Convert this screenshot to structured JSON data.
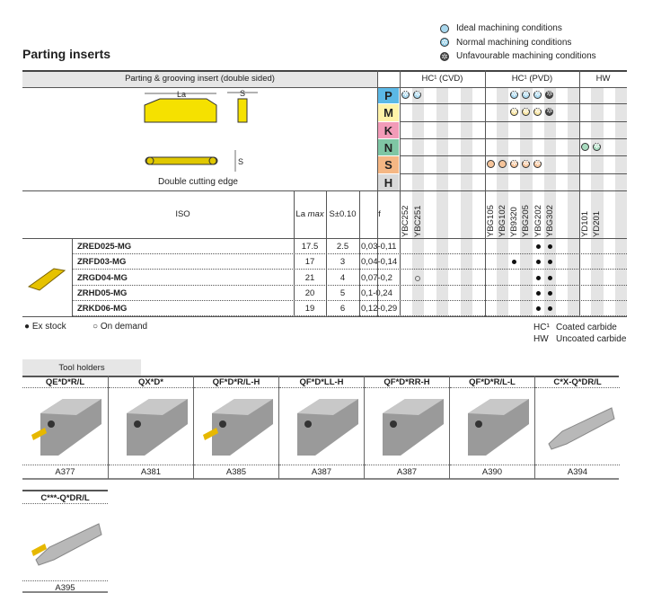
{
  "legend": [
    {
      "kind": "ideal",
      "label": "Ideal machining conditions"
    },
    {
      "kind": "normal",
      "label": "Normal machining conditions"
    },
    {
      "kind": "unfav",
      "label": "Unfavourable machining conditions"
    }
  ],
  "title": "Parting inserts",
  "insert_header": "Parting & grooving insert (double sided)",
  "dim_la": "La",
  "dim_s": "S",
  "dim_s2": "S",
  "caption": "Double cutting edge",
  "groups": [
    {
      "label": "HC¹ (CVD)"
    },
    {
      "label": "HC¹ (PVD)"
    },
    {
      "label": "HW"
    }
  ],
  "materials": [
    {
      "letter": "P",
      "color": "#5bb8e6"
    },
    {
      "letter": "M",
      "color": "#fff2a8"
    },
    {
      "letter": "K",
      "color": "#f29bb8"
    },
    {
      "letter": "N",
      "color": "#7fc6a4"
    },
    {
      "letter": "S",
      "color": "#f5b784"
    },
    {
      "letter": "H",
      "color": "#d9d9d9"
    }
  ],
  "grades": [
    "YBC252",
    "YBC251",
    "",
    "",
    "",
    "",
    "",
    "YBG105",
    "YBG102",
    "YB9320",
    "YBG205",
    "YBG202",
    "YBG302",
    "",
    "",
    "YD101",
    "YD201",
    "",
    ""
  ],
  "material_marks": {
    "P": [
      [
        0,
        "normal"
      ],
      [
        1,
        "normal"
      ],
      [
        9,
        "normal"
      ],
      [
        10,
        "normal"
      ],
      [
        11,
        "normal"
      ],
      [
        12,
        "unfav"
      ]
    ],
    "M": [
      [
        9,
        "normal"
      ],
      [
        10,
        "normal"
      ],
      [
        11,
        "normal"
      ],
      [
        12,
        "unfav"
      ]
    ],
    "N": [
      [
        15,
        "ideal"
      ],
      [
        16,
        "normal"
      ]
    ],
    "S": [
      [
        7,
        "ideal"
      ],
      [
        8,
        "ideal"
      ],
      [
        9,
        "normal"
      ],
      [
        10,
        "normal"
      ],
      [
        11,
        "normal"
      ]
    ]
  },
  "material_colors": {
    "P": "#a9d8ee",
    "M": "#f6e3a0",
    "N": "#a9dcc0",
    "S": "#f5c49a"
  },
  "columns": {
    "iso": "ISO",
    "la": "La ",
    "la_max": "max",
    "s": "S±0.10",
    "f": "f"
  },
  "products": [
    {
      "iso": "ZRED025-MG",
      "la": "17.5",
      "s": "2.5",
      "f": "0,03-0,11",
      "stock": [
        11,
        12
      ],
      "demand": []
    },
    {
      "iso": "ZRFD03-MG",
      "la": "17",
      "s": "3",
      "f": "0,04-0,14",
      "stock": [
        9,
        11,
        12
      ],
      "demand": []
    },
    {
      "iso": "ZRGD04-MG",
      "la": "21",
      "s": "4",
      "f": "0,07-0,2",
      "stock": [
        11,
        12
      ],
      "demand": [
        1
      ]
    },
    {
      "iso": "ZRHD05-MG",
      "la": "20",
      "s": "5",
      "f": "0,1-0,24",
      "stock": [
        11,
        12
      ],
      "demand": []
    },
    {
      "iso": "ZRKD06-MG",
      "la": "19",
      "s": "6",
      "f": "0,12-0,29",
      "stock": [
        11,
        12
      ],
      "demand": []
    }
  ],
  "footer": {
    "ex_stock": "● Ex stock",
    "on_demand": "○ On demand",
    "hc": "HC¹",
    "hc_label": "Coated carbide",
    "hw": "HW",
    "hw_label": "Uncoated carbide"
  },
  "tool_holders_tab": "Tool holders",
  "holders": [
    {
      "name": "QE*D*R/L",
      "page": "A377"
    },
    {
      "name": "QX*D*",
      "page": "A381"
    },
    {
      "name": "QF*D*R/L-H",
      "page": "A385"
    },
    {
      "name": "QF*D*LL-H",
      "page": "A387"
    },
    {
      "name": "QF*D*RR-H",
      "page": "A387"
    },
    {
      "name": "QF*D*R/L-L",
      "page": "A390"
    },
    {
      "name": "C*X-Q*DR/L",
      "page": "A394"
    },
    {
      "name": "C***-Q*DR/L",
      "page": "A395"
    }
  ]
}
